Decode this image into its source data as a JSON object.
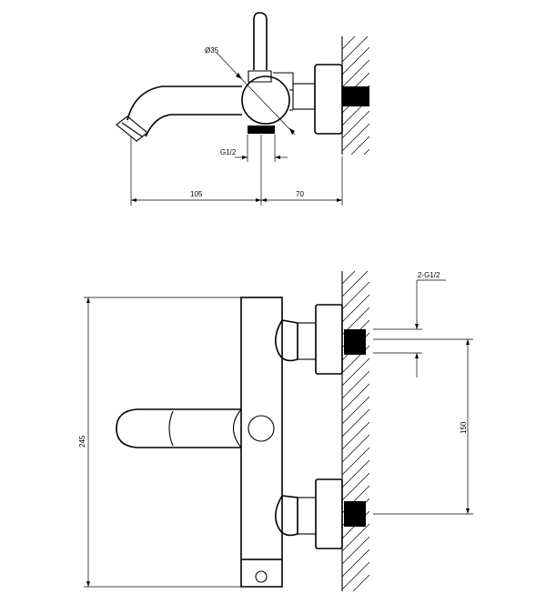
{
  "drawing": {
    "top_view": {
      "dimensions": {
        "diameter": "Ø35",
        "thread": "G1/2",
        "spout_length": "105",
        "wall_offset": "70"
      }
    },
    "front_view": {
      "dimensions": {
        "inlets": "2-G1/2",
        "height": "245",
        "inlet_spacing": "150"
      }
    }
  }
}
